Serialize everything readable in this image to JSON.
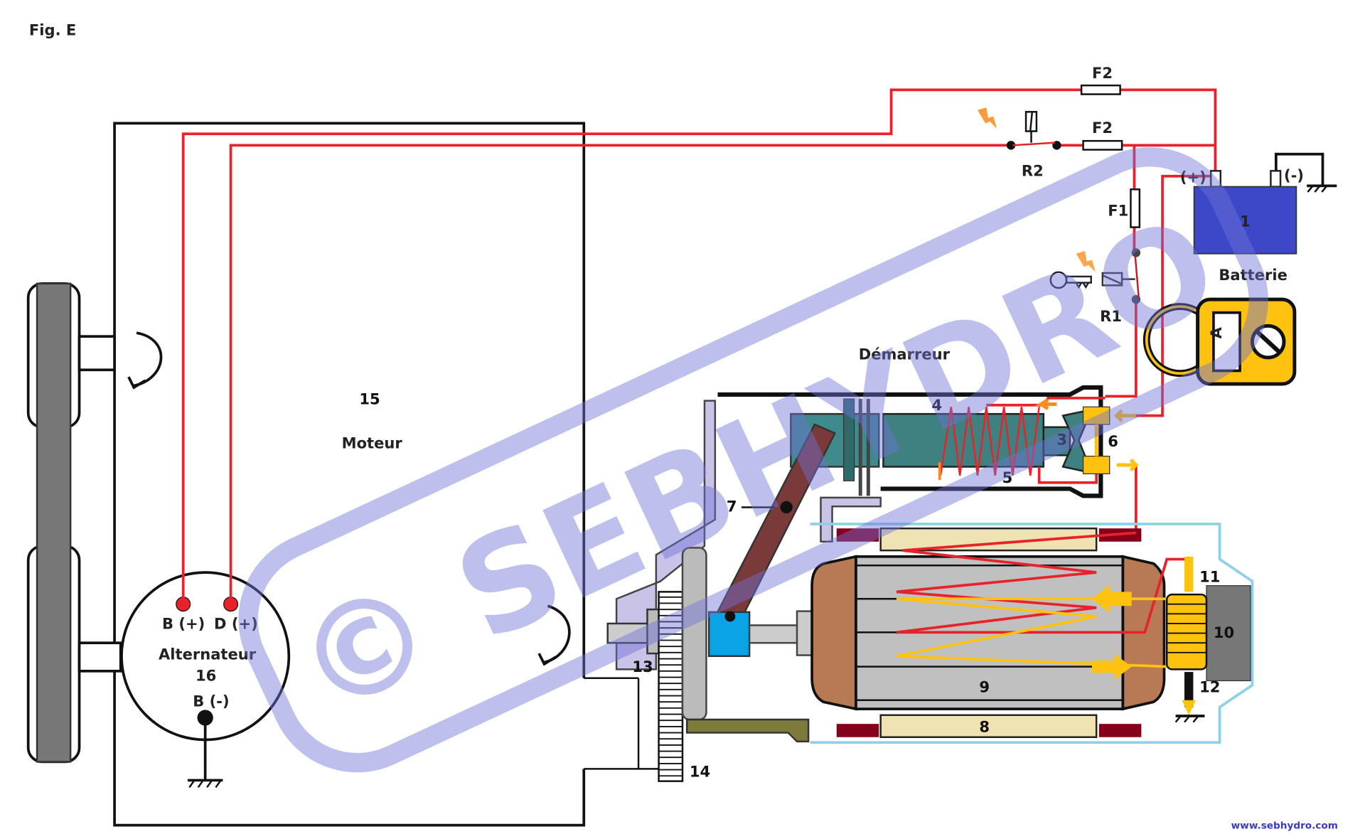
{
  "figure_label": "Fig. E",
  "labels": {
    "engine_number": "15",
    "engine": "Moteur",
    "starter": "Démarreur",
    "battery": "Batterie",
    "battery_number": "1",
    "battery_plus": "(+)",
    "battery_minus": "(-)",
    "alternator": "Alternateur",
    "alternator_number": "16",
    "alt_b_plus": "B (+)",
    "alt_d_plus": "D (+)",
    "alt_b_minus": "B (-)",
    "fuse_f2_top": "F2",
    "fuse_f2_mid": "F2",
    "fuse_f1": "F1",
    "relay_r1": "R1",
    "relay_r2": "R2",
    "ammeter": "A"
  },
  "part_numbers": [
    "3",
    "4",
    "5",
    "6",
    "7",
    "8",
    "9",
    "10",
    "11",
    "12",
    "13",
    "14"
  ],
  "watermark": "© SEBHYDRO",
  "website": "www.sebhydro.com",
  "colors": {
    "wire": "#e8222a",
    "current": "#ffc20e",
    "battery": "#3c48c8",
    "watermark": "#6f73d8"
  }
}
